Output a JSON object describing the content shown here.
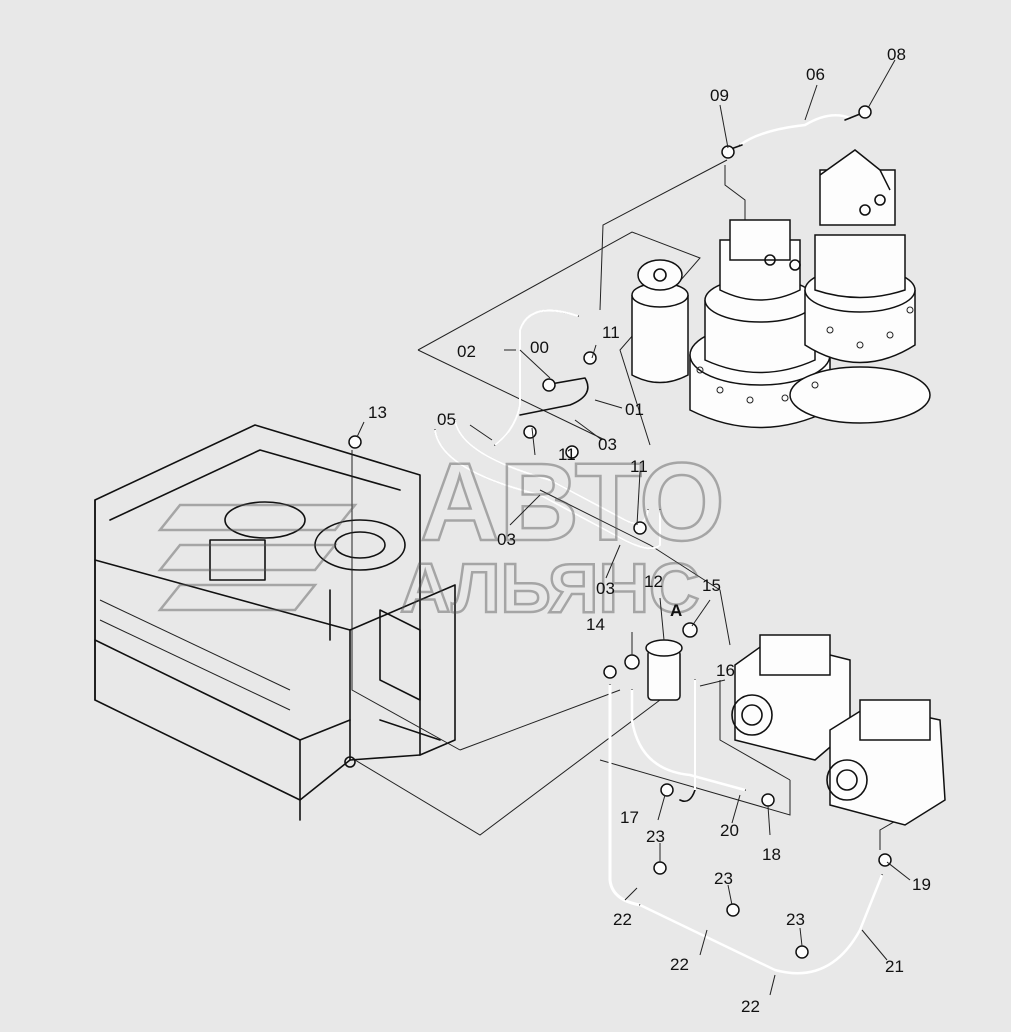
{
  "watermark": {
    "line1": "АВТО",
    "line2": "АЛЬЯНС"
  },
  "callouts": [
    {
      "id": "c-00",
      "text": "00"
    },
    {
      "id": "c-01",
      "text": "01"
    },
    {
      "id": "c-02",
      "text": "02"
    },
    {
      "id": "c-03a",
      "text": "03"
    },
    {
      "id": "c-03b",
      "text": "03"
    },
    {
      "id": "c-03c",
      "text": "03"
    },
    {
      "id": "c-05",
      "text": "05"
    },
    {
      "id": "c-06",
      "text": "06"
    },
    {
      "id": "c-08",
      "text": "08"
    },
    {
      "id": "c-09",
      "text": "09"
    },
    {
      "id": "c-11a",
      "text": "11"
    },
    {
      "id": "c-11b",
      "text": "11"
    },
    {
      "id": "c-11c",
      "text": "11"
    },
    {
      "id": "c-12",
      "text": "12"
    },
    {
      "id": "c-13",
      "text": "13"
    },
    {
      "id": "c-14",
      "text": "14"
    },
    {
      "id": "c-15",
      "text": "15"
    },
    {
      "id": "c-16",
      "text": "16"
    },
    {
      "id": "c-17",
      "text": "17"
    },
    {
      "id": "c-18",
      "text": "18"
    },
    {
      "id": "c-19",
      "text": "19"
    },
    {
      "id": "c-20",
      "text": "20"
    },
    {
      "id": "c-21",
      "text": "21"
    },
    {
      "id": "c-22a",
      "text": "22"
    },
    {
      "id": "c-22b",
      "text": "22"
    },
    {
      "id": "c-22c",
      "text": "22"
    },
    {
      "id": "c-23a",
      "text": "23"
    },
    {
      "id": "c-23b",
      "text": "23"
    },
    {
      "id": "c-23c",
      "text": "23"
    },
    {
      "id": "c-A",
      "text": "A"
    }
  ]
}
